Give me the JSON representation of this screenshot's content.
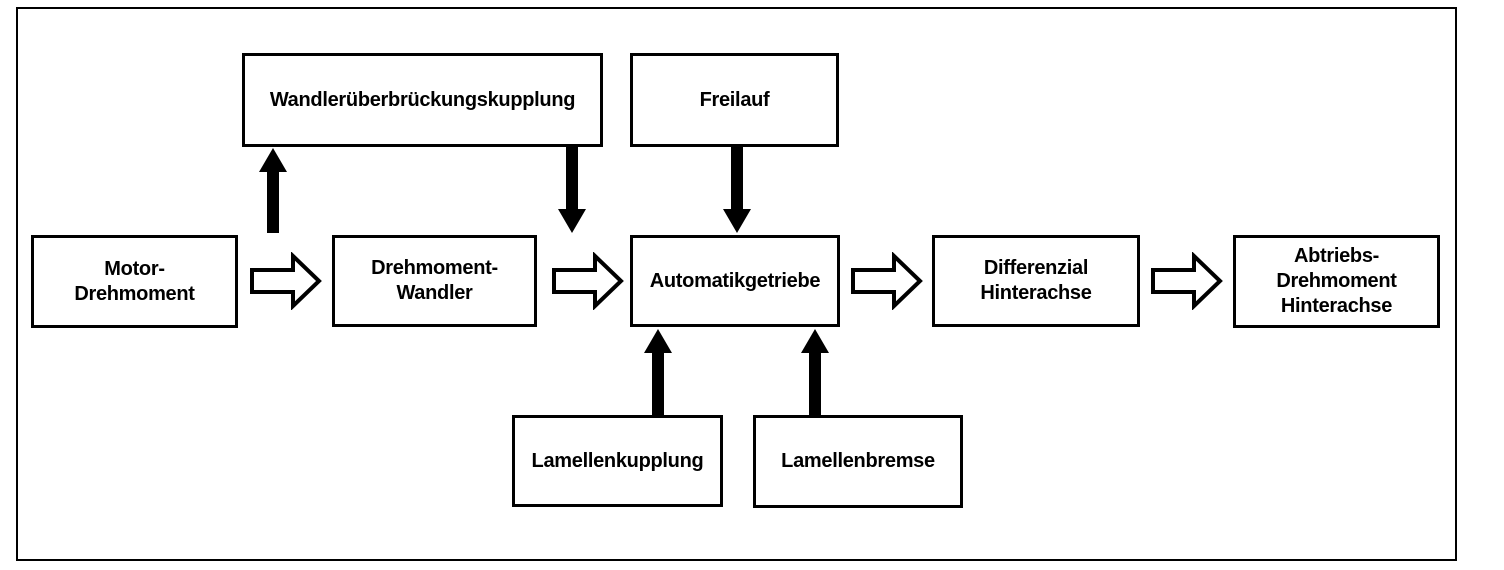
{
  "diagram": {
    "description": "Drivetrain torque flow block diagram (automatic transmission)",
    "colors": {
      "ink": "#000000",
      "background": "#ffffff"
    },
    "nodes": {
      "wok": {
        "label": "Wandlerüberbrückungskupplung"
      },
      "freilauf": {
        "label": "Freilauf"
      },
      "motor": {
        "lines": [
          "Motor-",
          "Drehmoment"
        ]
      },
      "wandler": {
        "lines": [
          "Drehmoment-",
          "Wandler"
        ]
      },
      "getriebe": {
        "label": "Automatikgetriebe"
      },
      "diff": {
        "lines": [
          "Differenzial",
          "Hinterachse"
        ]
      },
      "abtrieb": {
        "lines": [
          "Abtriebs-",
          "Drehmoment",
          "Hinterachse"
        ]
      },
      "kupplung": {
        "label": "Lamellenkupplung"
      },
      "bremse": {
        "label": "Lamellenbremse"
      }
    },
    "edges": [
      {
        "from": "motor",
        "to": "wandler",
        "style": "outline-right"
      },
      {
        "from": "wandler",
        "to": "getriebe",
        "style": "outline-right"
      },
      {
        "from": "getriebe",
        "to": "diff",
        "style": "outline-right"
      },
      {
        "from": "diff",
        "to": "abtrieb",
        "style": "outline-right"
      },
      {
        "from": "torque-path-before-wandler",
        "to": "wok",
        "style": "solid-up"
      },
      {
        "from": "wok",
        "to": "torque-path-after-wandler",
        "style": "solid-down"
      },
      {
        "from": "freilauf",
        "to": "getriebe",
        "style": "solid-down"
      },
      {
        "from": "kupplung",
        "to": "getriebe",
        "style": "solid-up"
      },
      {
        "from": "bremse",
        "to": "getriebe",
        "style": "solid-up"
      }
    ]
  }
}
